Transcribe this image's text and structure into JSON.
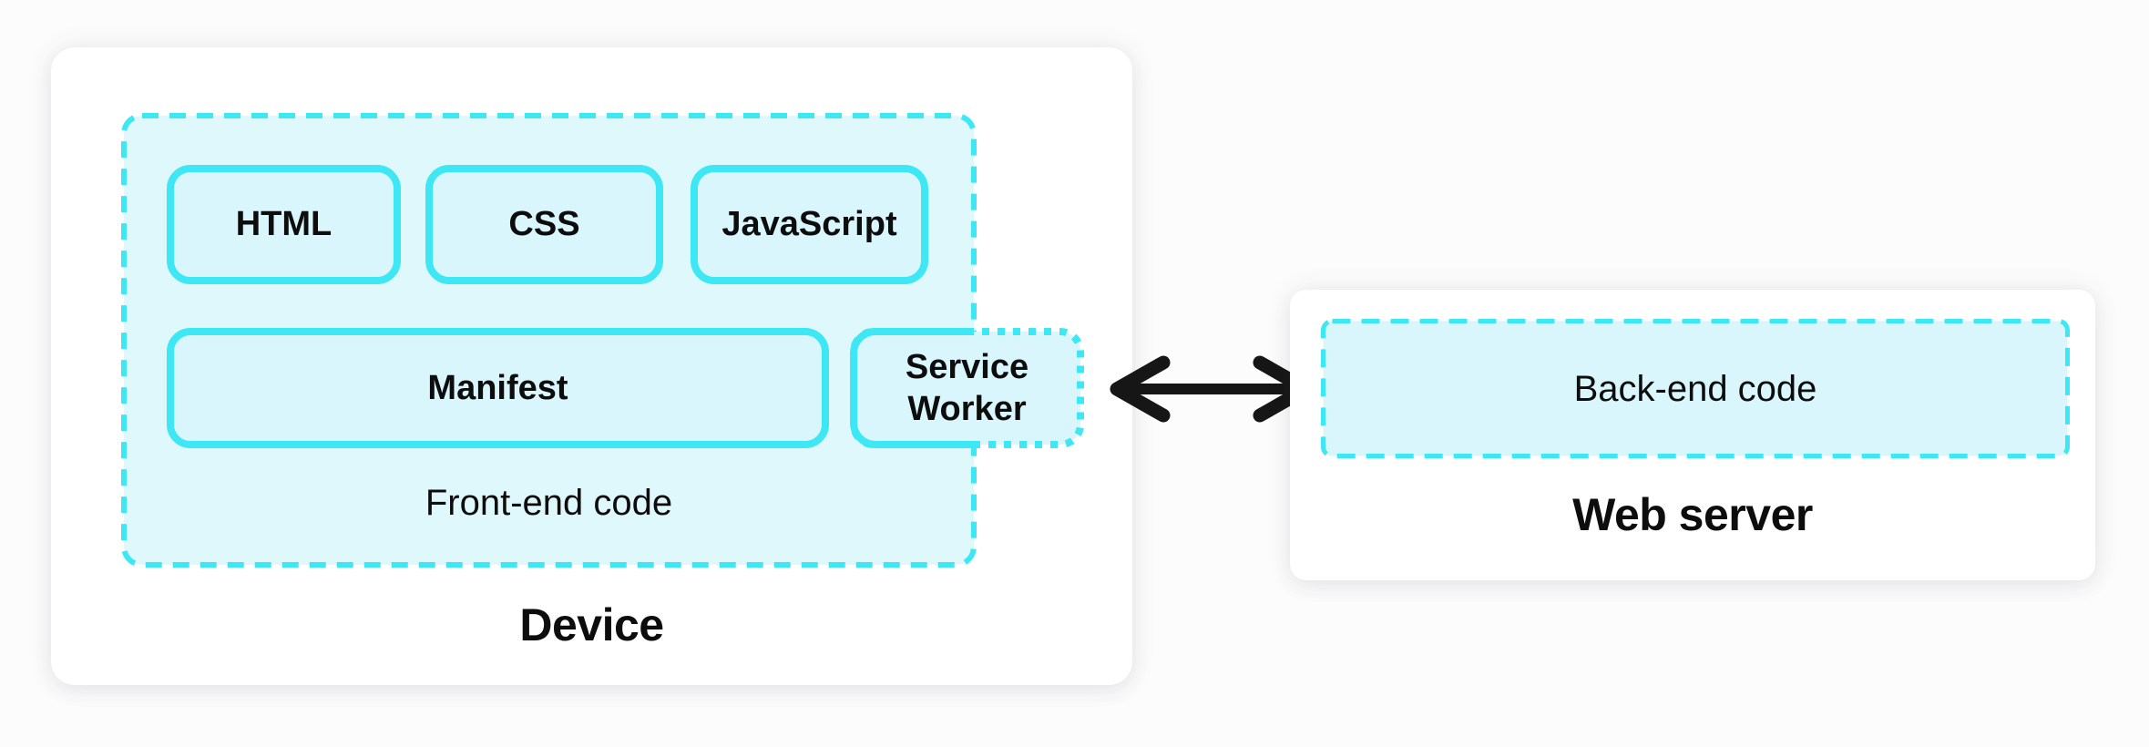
{
  "theme": {
    "page_bg": "#FCFCFC",
    "card_bg": "#FFFFFF",
    "accent": "#3EE7F4",
    "container_fill": "#DFF8FC",
    "box_fill": "#D8F6FB",
    "text": "#0D0D0D",
    "arrow": "#161616"
  },
  "device": {
    "label": "Device",
    "frontend": {
      "label": "Front-end code",
      "boxes": [
        "HTML",
        "CSS",
        "JavaScript"
      ],
      "manifest": "Manifest",
      "service_worker": "Service Worker"
    }
  },
  "connection": {
    "icon": "double-headed-horizontal-arrow"
  },
  "web_server": {
    "label": "Web server",
    "backend": "Back-end code"
  }
}
